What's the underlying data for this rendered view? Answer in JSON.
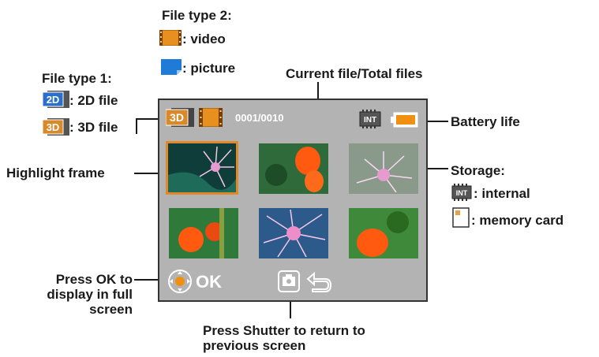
{
  "labels": {
    "file_type_2": "File type 2:",
    "video": ": video",
    "picture": ": picture",
    "current_file": "Current file/Total files",
    "file_type_1": "File type 1:",
    "file_2d": ": 2D file",
    "file_3d": ": 3D file",
    "battery": "Battery life",
    "highlight": "Highlight frame",
    "storage": "Storage:",
    "internal": ": internal",
    "memory_card": ": memory card",
    "press_ok_1": "Press OK to",
    "press_ok_2": "display in full",
    "press_ok_3": "screen",
    "press_shutter_1": "Press Shutter to return to",
    "press_shutter_2": "previous screen"
  },
  "screen": {
    "counter": "0001/0010",
    "ok": "OK",
    "mode_badge": "3D",
    "storage_badge": "INT",
    "legend_2d_badge": "2D",
    "legend_3d_badge": "3D",
    "legend_int_badge": "INT",
    "thumbnails": [
      "flower",
      "orange-flower",
      "pink-flower",
      "orange-flower",
      "pink-flower",
      "orange-flower"
    ]
  },
  "colors": {
    "screen_bg": "#b3b3b3",
    "highlight": "#e0882a",
    "video_icon": "#e8901f",
    "picture_icon": "#1f7ad8",
    "battery_fill": "#f09010",
    "badge_blue": "#2a6fc9"
  }
}
